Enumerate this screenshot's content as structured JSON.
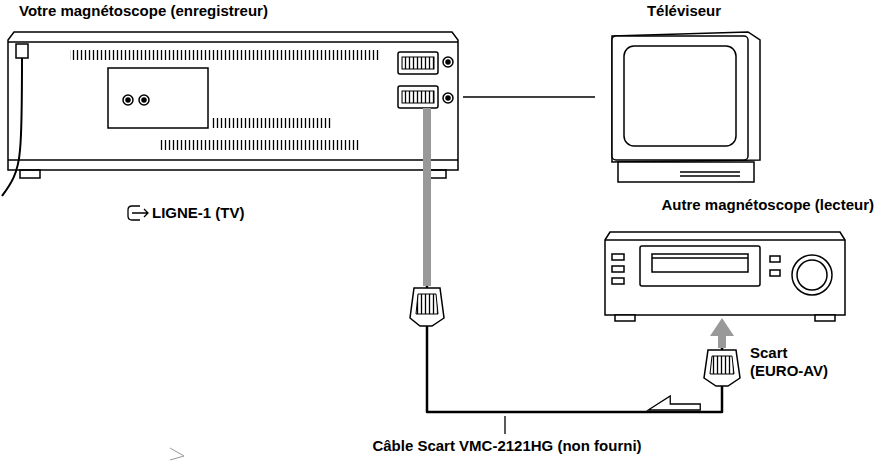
{
  "diagram": {
    "nodes": [
      {
        "text": [
          "Votre magnétoscope (enregistreur)"
        ]
      },
      {
        "text": [
          "Téléviseur"
        ]
      },
      {
        "text": [
          "Autre magnétoscope (lecteur)"
        ]
      }
    ],
    "edges": [
      {
        "from": 0,
        "to": 1,
        "arrow": "none"
      },
      {
        "from": 2,
        "to": 0,
        "arrow": "to"
      }
    ],
    "labels": [
      "LIGNE-1 (TV)",
      "Scart (EURO-AV)",
      "Câble Scart VMC-2121HG (non fourni)"
    ]
  }
}
